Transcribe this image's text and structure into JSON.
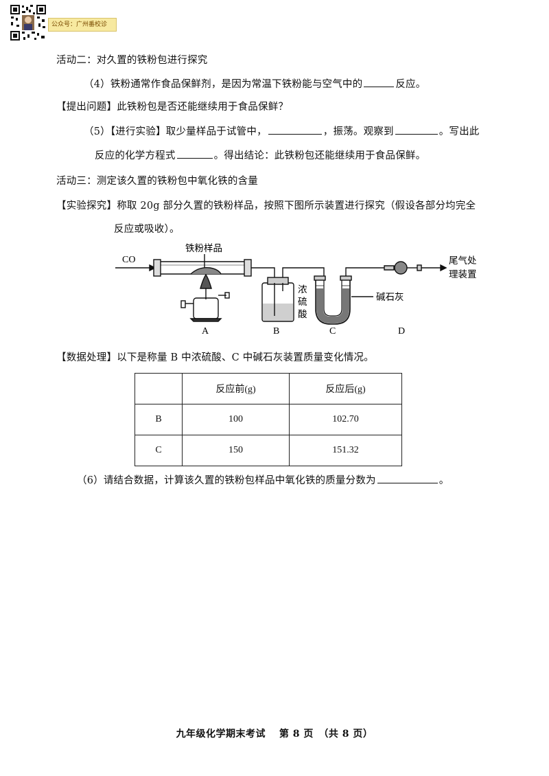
{
  "header": {
    "wechat_tag": "公众号：广州番校诊"
  },
  "activity2_title": "活动二：对久置的铁粉包进行探究",
  "q4": {
    "before": "（4）铁粉通常作食品保鲜剂，是因为常温下铁粉能与空气中的",
    "after": "反应。"
  },
  "question_raise": "【提出问题】此铁粉包是否还能继续用于食品保鲜？",
  "q5": {
    "part1": "（5）【进行实验】取少量样品于试管中，",
    "part2": "，振荡。观察到",
    "part3": "。写出此",
    "line2_part1": "反应的化学方程式",
    "line2_part2": "。得出结论：此铁粉包还能继续用于食品保鲜。"
  },
  "activity3_title": "活动三：测定该久置的铁粉包中氧化铁的含量",
  "experiment": {
    "line1": "【实验探究】称取 20g 部分久置的铁粉样品，按照下图所示装置进行探究（假设各部分均完全",
    "line2": "反应或吸收）。"
  },
  "diagram": {
    "co_label": "CO",
    "sample_label": "铁粉样品",
    "acid_label": [
      "浓",
      "硫",
      "酸"
    ],
    "lime_label": "碱石灰",
    "exhaust_label": [
      "尾气处",
      "理装置"
    ],
    "labels": [
      "A",
      "B",
      "C",
      "D"
    ]
  },
  "data_processing": "【数据处理】以下是称量 B 中浓硫酸、C 中碱石灰装置质量变化情况。",
  "table": {
    "headers": [
      "",
      "反应前(g)",
      "反应后(g)"
    ],
    "rows": [
      [
        "B",
        "100",
        "102.70"
      ],
      [
        "C",
        "150",
        "151.32"
      ]
    ]
  },
  "q6": {
    "before": "（6）请结合数据，计算该久置的铁粉包样品中氧化铁的质量分数为",
    "after": "。"
  },
  "footer": "九年级化学期末考试　 第 8 页　（共 8 页）"
}
